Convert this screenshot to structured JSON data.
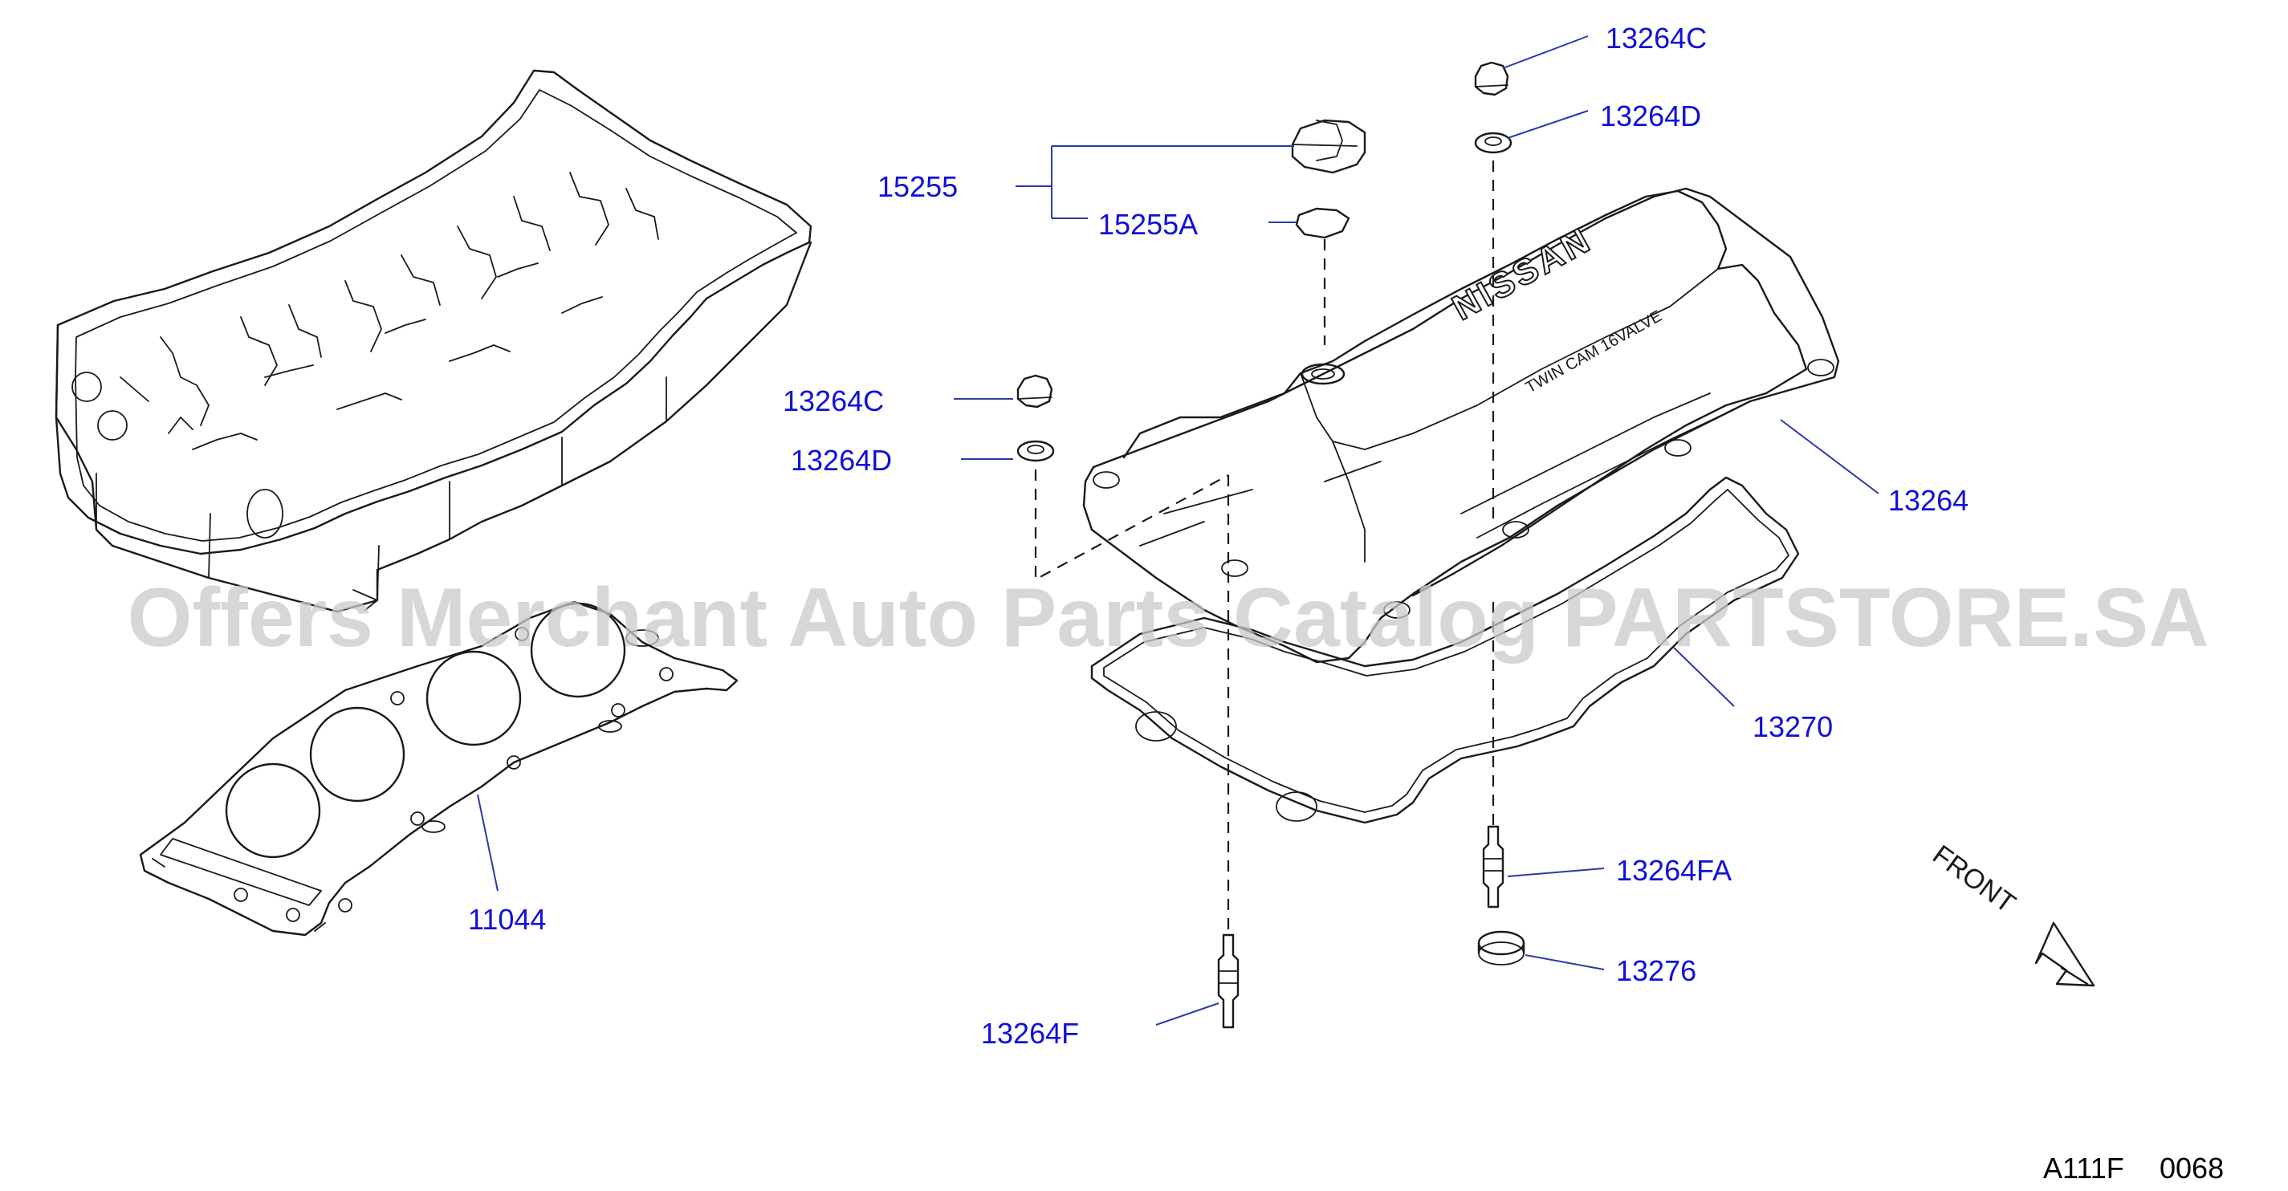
{
  "watermark": "Offers Merchant Auto Parts Catalog PARTSTORE.SA",
  "reference": {
    "code": "A111F",
    "number": "0068"
  },
  "front_label": "FRONT",
  "cover_text": {
    "brand": "NISSAN",
    "tagline": "TWIN CAM 16VALVE"
  },
  "colors": {
    "label": "#1010d8",
    "leader": "#2a3aa8",
    "line_art": "#1a1a1a",
    "watermark": "#c9c9c9"
  },
  "labels": {
    "p13264C_top": "13264C",
    "p13264D_top": "13264D",
    "p15255": "15255",
    "p15255A": "15255A",
    "p13264C_left": "13264C",
    "p13264D_left": "13264D",
    "p13264": "13264",
    "p13270": "13270",
    "p11044": "11044",
    "p13264FA": "13264FA",
    "p13276": "13276",
    "p13264F": "13264F"
  }
}
